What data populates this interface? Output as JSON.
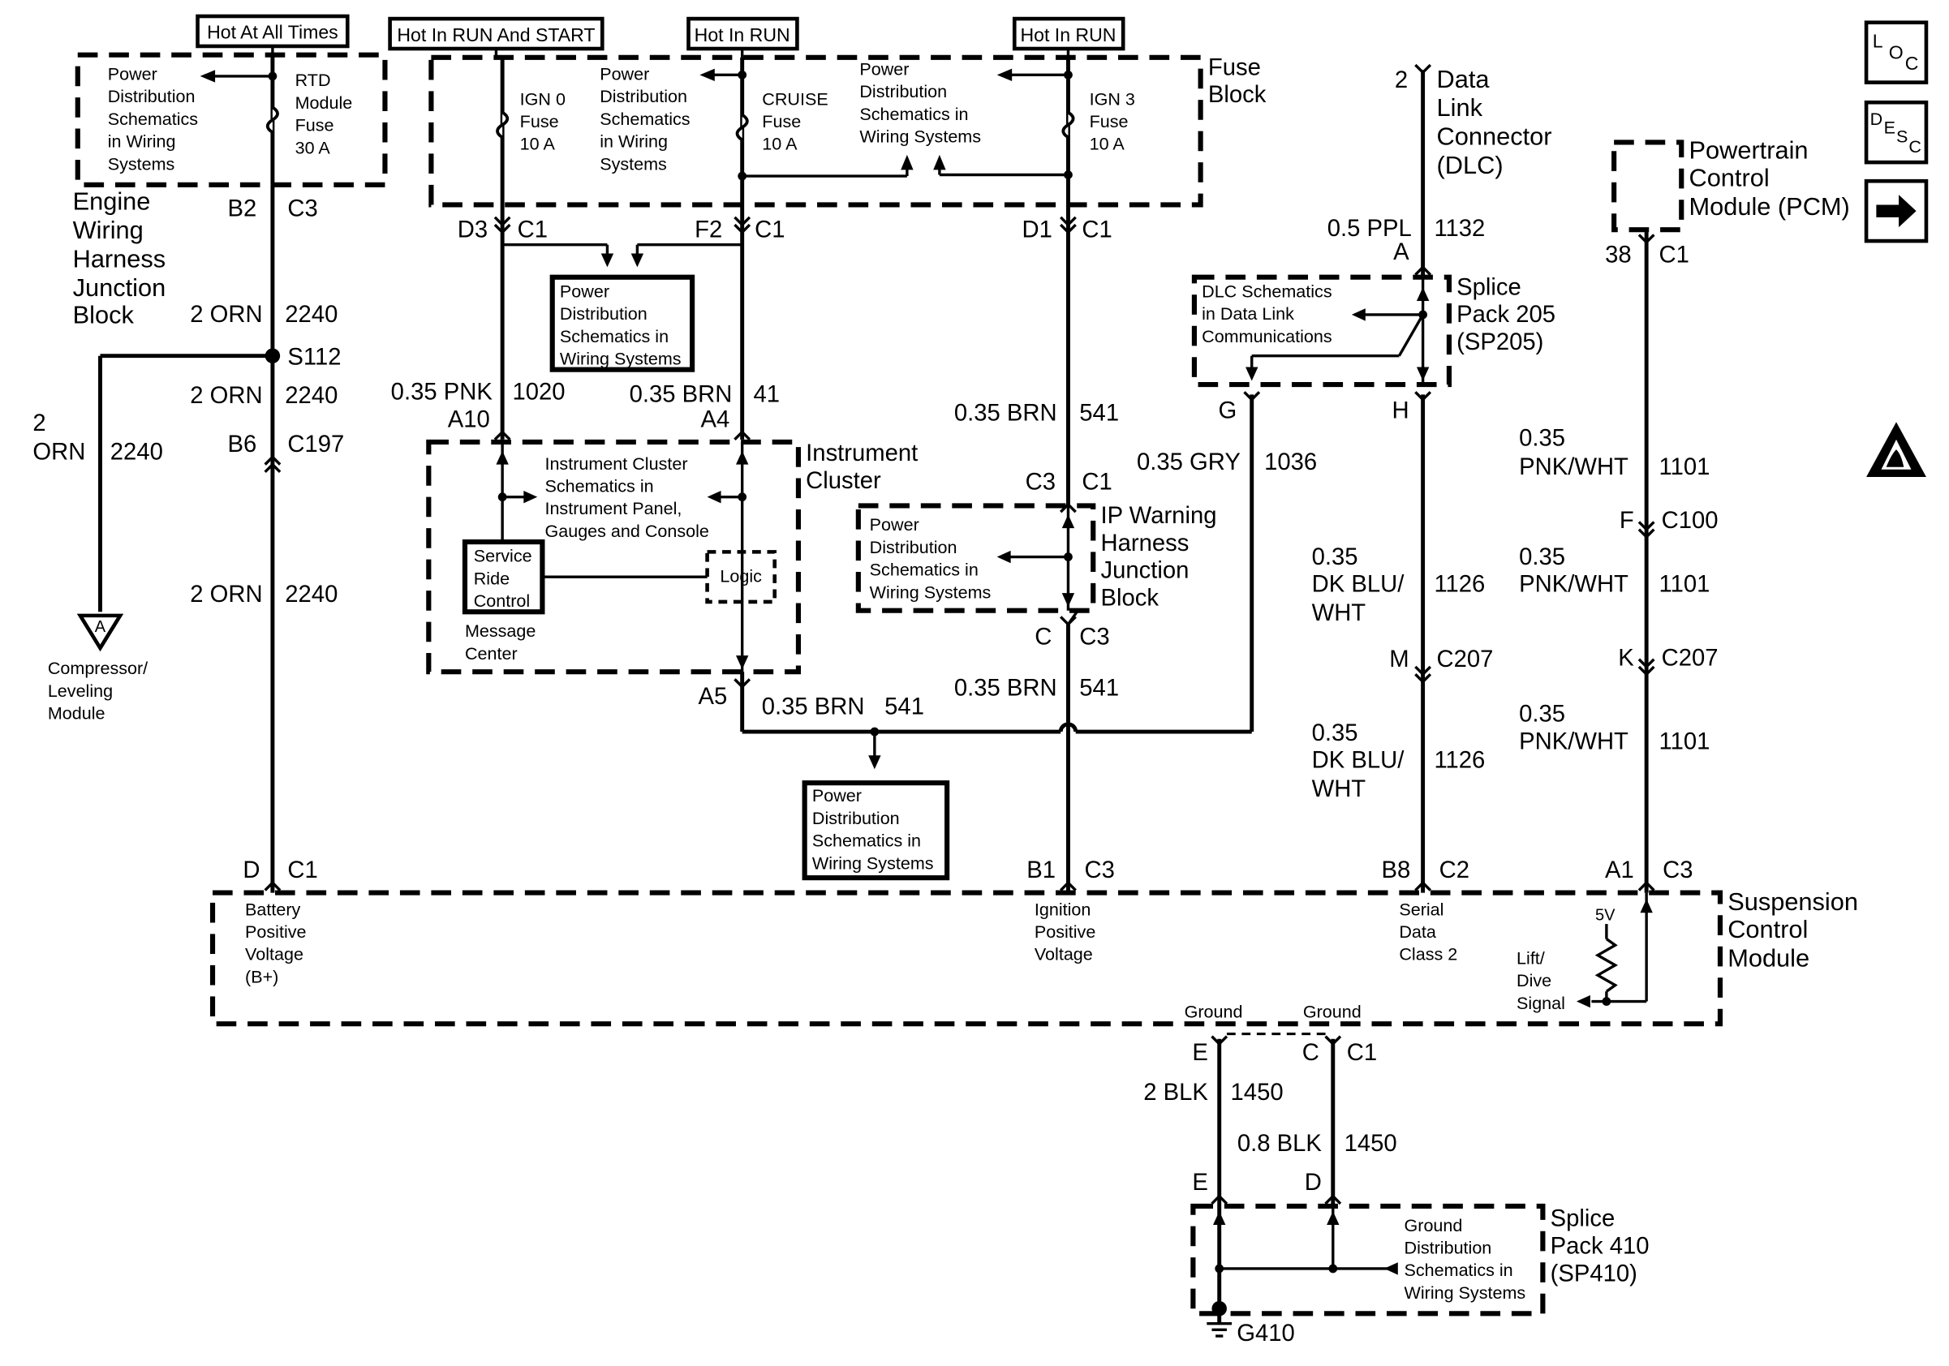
{
  "hot_labels": [
    "Hot At All Times",
    "Hot In RUN And START",
    "Hot In RUN",
    "Hot In RUN"
  ],
  "fuse_block_title": [
    "Fuse",
    "Block"
  ],
  "fuses": [
    {
      "lines": [
        "RTD",
        "Module",
        "Fuse",
        "30 A"
      ]
    },
    {
      "lines": [
        "IGN 0",
        "Fuse",
        "10 A"
      ]
    },
    {
      "lines": [
        "CRUISE",
        "Fuse",
        "10 A"
      ]
    },
    {
      "lines": [
        "IGN 3",
        "Fuse",
        "10 A"
      ]
    }
  ],
  "power_dist_ref": [
    "Power",
    "Distribution",
    "Schematics",
    "in Wiring",
    "Systems"
  ],
  "power_dist_ref2": [
    "Power",
    "Distribution",
    "Schematics",
    "in Wiring",
    "Systems"
  ],
  "power_dist_ref3": [
    "Power",
    "Distribution",
    "Schematics in",
    "Wiring Systems"
  ],
  "power_dist_box": [
    "Power",
    "Distribution",
    "Schematics in",
    "Wiring Systems"
  ],
  "power_dist_box2": [
    "Power",
    "Distribution",
    "Schematics in",
    "Wiring Systems"
  ],
  "ip_power_ref": [
    "Power",
    "Distribution",
    "Schematics in",
    "Wiring Systems"
  ],
  "ewhjb_title": [
    "Engine",
    "Wiring",
    "Harness",
    "Junction",
    "Block"
  ],
  "connectors": {
    "b2": "B2",
    "c3_top": "C3",
    "d3": "D3",
    "c1_a": "C1",
    "f2": "F2",
    "c1_b": "C1",
    "d1": "D1",
    "c1_c": "C1",
    "s112": "S112",
    "b6": "B6",
    "c197": "C197",
    "a10": "A10",
    "a4": "A4",
    "a5": "A5",
    "c3_ip": "C3",
    "c1_ip": "C1",
    "c_ip": "C",
    "c3_ip2": "C3",
    "d_scm": "D",
    "c1_scm": "C1",
    "b1": "B1",
    "c3_scm": "C3",
    "b8": "B8",
    "c2_scm": "C2",
    "a1": "A1",
    "c3_scm2": "C3",
    "dlc_pin": "2",
    "dlc_a": "A",
    "g": "G",
    "h": "H",
    "pcm_pin": "38",
    "pcm_c1": "C1",
    "f": "F",
    "c100": "C100",
    "m": "M",
    "c207_a": "C207",
    "k": "K",
    "c207_b": "C207",
    "e_top": "E",
    "c_gnd": "C",
    "c1_gnd": "C1",
    "e_bot": "E",
    "d_bot": "D",
    "g410": "G410"
  },
  "wires": {
    "w2240_a": [
      "2 ORN",
      "2240"
    ],
    "w2240_b": [
      "2 ORN",
      "2240"
    ],
    "w2240_side": [
      "2",
      "ORN",
      "2240"
    ],
    "w2240_c": [
      "2 ORN",
      "2240"
    ],
    "w1020": [
      "0.35 PNK",
      "1020"
    ],
    "w41": [
      "0.35 BRN",
      "41"
    ],
    "w541_a": [
      "0.35 BRN",
      "541"
    ],
    "w541_b": [
      "0.35 BRN",
      "541"
    ],
    "w541_c": [
      "0.35 BRN",
      "541"
    ],
    "w1036": [
      "0.35 GRY",
      "1036"
    ],
    "w1132": [
      "0.5 PPL",
      "1132"
    ],
    "w1126_a": [
      "0.35",
      "DK BLU/",
      "WHT",
      "1126"
    ],
    "w1126_b": [
      "0.35",
      "DK BLU/",
      "WHT",
      "1126"
    ],
    "w1101_a": [
      "0.35",
      "PNK/WHT",
      "1101"
    ],
    "w1101_b": [
      "0.35",
      "PNK/WHT",
      "1101"
    ],
    "w1101_c": [
      "0.35",
      "PNK/WHT",
      "1101"
    ],
    "w1450_a": [
      "2 BLK",
      "1450"
    ],
    "w1450_b": [
      "0.8 BLK",
      "1450"
    ]
  },
  "compressor": {
    "letter": "A",
    "lines": [
      "Compressor/",
      "Leveling",
      "Module"
    ]
  },
  "instrument_cluster": {
    "title": [
      "Instrument",
      "Cluster"
    ],
    "ref": [
      "Instrument Cluster",
      "Schematics in",
      "Instrument Panel,",
      "Gauges and Console"
    ],
    "service": [
      "Service",
      "Ride",
      "Control"
    ],
    "logic": "Logic",
    "message_center": [
      "Message",
      "Center"
    ]
  },
  "ip_junction": [
    "IP Warning",
    "Harness",
    "Junction",
    "Block"
  ],
  "dlc": {
    "title": [
      "Data",
      "Link",
      "Connector",
      "(DLC)"
    ],
    "splice_title": [
      "Splice",
      "Pack 205",
      "(SP205)"
    ],
    "ref": [
      "DLC Schematics",
      "in Data Link",
      "Communications"
    ]
  },
  "pcm_title": [
    "Powertrain",
    "Control",
    "Module (PCM)"
  ],
  "scm": {
    "title": [
      "Suspension",
      "Control",
      "Module"
    ],
    "battery": [
      "Battery",
      "Positive",
      "Voltage",
      "(B+)"
    ],
    "ignition": [
      "Ignition",
      "Positive",
      "Voltage"
    ],
    "serial": [
      "Serial",
      "Data",
      "Class 2"
    ],
    "lift": [
      "Lift/",
      "Dive",
      "Signal"
    ],
    "five_v": "5V",
    "ground_a": "Ground",
    "ground_b": "Ground"
  },
  "splice410": {
    "title": [
      "Splice",
      "Pack 410",
      "(SP410)"
    ],
    "ref": [
      "Ground",
      "Distribution",
      "Schematics in",
      "Wiring Systems"
    ]
  },
  "side_icons": {
    "loc": [
      "L",
      "O",
      "C"
    ],
    "desc": [
      "D",
      "E",
      "S",
      "C"
    ],
    "arrow": "right-arrow-icon",
    "esd": "esd-warning-icon"
  }
}
